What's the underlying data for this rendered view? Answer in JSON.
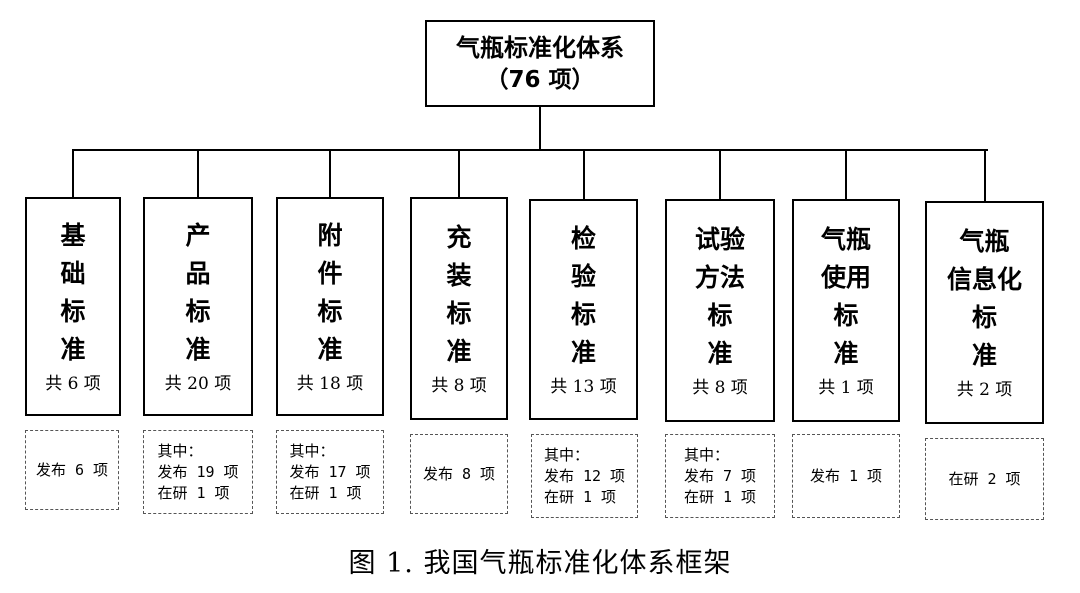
{
  "root": {
    "title": "气瓶标准化体系",
    "count": "（76 项）"
  },
  "categories": [
    {
      "title": "基\n础\n标\n准",
      "count": "共 6 项",
      "detail": "发布 6 项"
    },
    {
      "title": "产\n品\n标\n准",
      "count": "共 20 项",
      "detail": "其中：\n发布 19 项\n在研 1 项"
    },
    {
      "title": "附\n件\n标\n准",
      "count": "共 18 项",
      "detail": "其中：\n发布 17 项\n在研 1 项"
    },
    {
      "title": "充\n装\n标\n准",
      "count": "共 8 项",
      "detail": "发布 8 项"
    },
    {
      "title": "检\n验\n标\n准",
      "count": "共 13 项",
      "detail": "其中：\n发布 12 项\n在研 1 项"
    },
    {
      "title": "试验\n方法\n标\n准",
      "count": "共 8 项",
      "detail": "其中：\n发布 7 项\n在研 1 项"
    },
    {
      "title": "气瓶\n使用\n标\n准",
      "count": "共 1 项",
      "detail": "发布 1 项"
    },
    {
      "title": "气瓶\n信息化\n标\n准",
      "count": "共 2 项",
      "detail": "在研 2 项"
    }
  ],
  "caption": "图 1. 我国气瓶标准化体系框架"
}
